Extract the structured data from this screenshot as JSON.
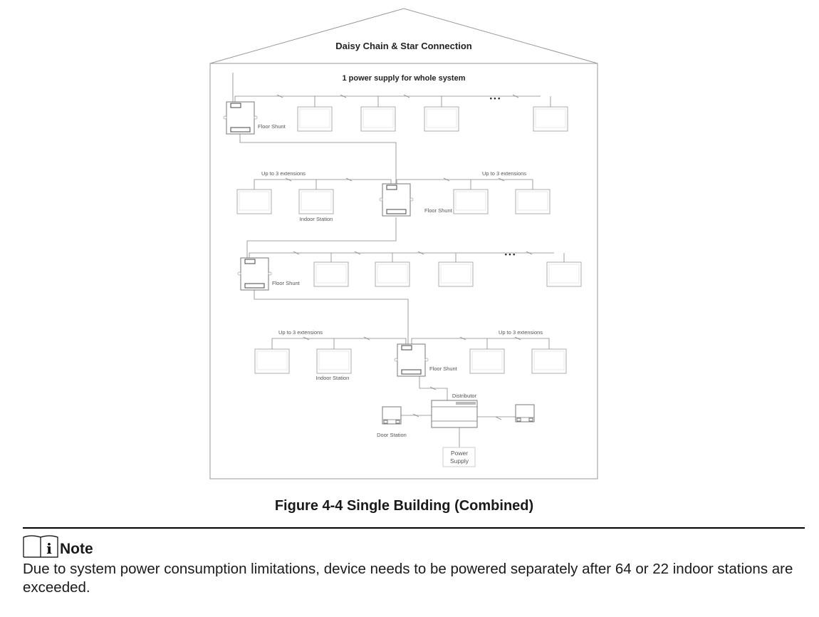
{
  "diagram": {
    "title": "Daisy Chain & Star Connection",
    "subtitle": "1 power supply for whole system",
    "floor_shunt_label": "Floor Shunt",
    "extensions_label": "Up to 3 extensions",
    "indoor_station_label": "Indoor Station",
    "distributor_label": "Distributor",
    "door_station_label": "Door Station",
    "power_supply_label_line1": "Power",
    "power_supply_label_line2": "Supply",
    "ellipsis": "• • •"
  },
  "caption": "Figure 4-4 Single Building (Combined)",
  "note": {
    "icon": "info-book-icon",
    "title": "Note",
    "text": "Due to system power consumption limitations, device needs to be powered separately after 64 or 22 indoor stations are exceeded."
  }
}
